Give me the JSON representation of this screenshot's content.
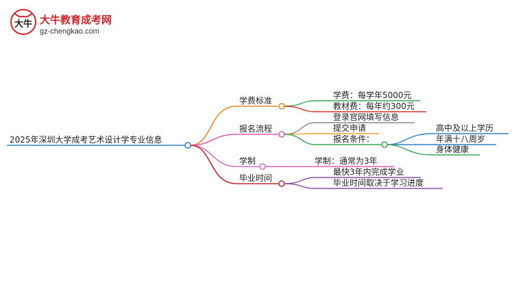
{
  "brand": {
    "mark_text": "大牛",
    "title": "大牛教育成考网",
    "url": "gz-chengkao.com"
  },
  "mindmap": {
    "root": "2025年深圳大学成考艺术设计学专业信息",
    "branches": [
      {
        "label": "学费标准",
        "color": "#f08a24",
        "children": [
          {
            "label": "学费：每学年5000元",
            "color": "#3aa655"
          },
          {
            "label": "教材费：每年约300元",
            "color": "#d0342c"
          }
        ]
      },
      {
        "label": "报名流程",
        "color": "#e25ab0",
        "children": [
          {
            "label": "登录官网填写信息",
            "color": "#888888"
          },
          {
            "label": "提交申请",
            "color": "#f0a030"
          },
          {
            "label": "报名条件：",
            "color": "#3aa655",
            "children": [
              {
                "label": "高中及以上学历",
                "color": "#2f80c0"
              },
              {
                "label": "年满十八周岁",
                "color": "#2f80c0"
              },
              {
                "label": "身体健康",
                "color": "#3aa655"
              }
            ]
          }
        ]
      },
      {
        "label": "学制",
        "color": "#d070c8",
        "children": [
          {
            "label": "学制：通常为3年",
            "color": "#e25ab0"
          }
        ]
      },
      {
        "label": "毕业时间",
        "color": "#c0282e",
        "children": [
          {
            "label": "最快3年内完成学业",
            "color": "#8a4fa8"
          },
          {
            "label": "毕业时间取决于学习进度",
            "color": "#8a4fa8"
          }
        ]
      }
    ]
  }
}
